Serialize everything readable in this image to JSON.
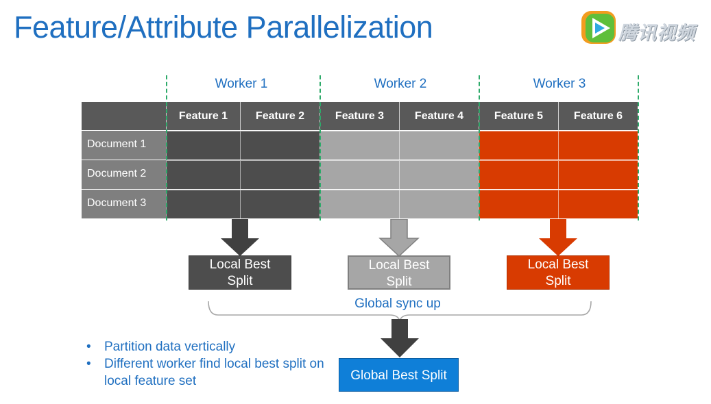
{
  "title": "Feature/Attribute Parallelization",
  "watermark": {
    "text": "腾讯视频"
  },
  "workers": [
    {
      "label": "Worker 1",
      "features": [
        "Feature 1",
        "Feature 2"
      ],
      "color": "#4d4d4d",
      "split_label": [
        "Local Best",
        "Split"
      ]
    },
    {
      "label": "Worker 2",
      "features": [
        "Feature 3",
        "Feature 4"
      ],
      "color": "#a6a6a6",
      "split_label": [
        "Local Best",
        "Split"
      ]
    },
    {
      "label": "Worker 3",
      "features": [
        "Feature 5",
        "Feature 6"
      ],
      "color": "#d83b01",
      "split_label": [
        "Local Best",
        "Split"
      ]
    }
  ],
  "documents": [
    "Document 1",
    "Document 2",
    "Document 3"
  ],
  "sync_label": "Global sync up",
  "global_split": "Global Best Split",
  "bullets": [
    "Partition data vertically",
    "Different worker find local best split on local feature set"
  ],
  "colors": {
    "title": "#1f6fc0",
    "header_bg": "#595959",
    "row_label_bg": "#7f7f7f",
    "divider": "#2eaa6a",
    "global_box": "#0f7fd8"
  }
}
